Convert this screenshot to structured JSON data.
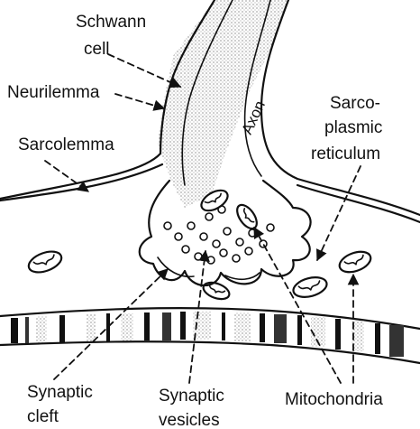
{
  "labels": {
    "schwann_line1": "Schwann",
    "schwann_line2": "cell",
    "neurilemma": "Neurilemma",
    "axon": "Axon",
    "sarcolemma": "Sarcolemma",
    "sarco_line1": "Sarco-",
    "sarco_line2": "plasmic",
    "sarco_line3": "reticulum",
    "synaptic_cleft_line1": "Synaptic",
    "synaptic_cleft_line2": "cleft",
    "synaptic_vesicles_line1": "Synaptic",
    "synaptic_vesicles_line2": "vesicles",
    "mitochondria": "Mitochondria"
  },
  "style": {
    "ink": "#111111",
    "background": "#ffffff"
  }
}
